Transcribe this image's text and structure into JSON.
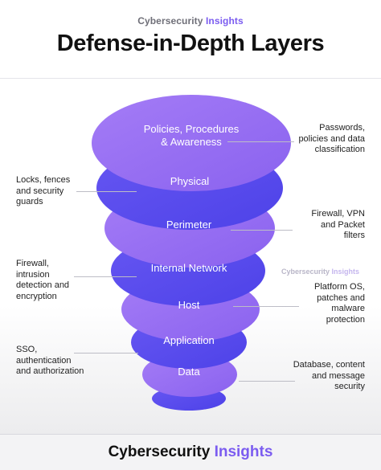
{
  "header": {
    "brand_name": "Cybersecurity",
    "brand_accent": "Insights",
    "title": "Defense-in-Depth Layers"
  },
  "footer": {
    "brand_name": "Cybersecurity",
    "brand_accent": "Insights"
  },
  "watermark": {
    "brand_name": "Cybersecurity",
    "brand_accent": "Insights"
  },
  "colors": {
    "accent": "#7b5cf0",
    "layer_light": "#8f66f2",
    "layer_dark": "#5b4cf0"
  },
  "layers": [
    {
      "label_line1": "Policies, Procedures",
      "label_line2": "& Awareness",
      "note": [
        "Passwords,",
        "policies and data",
        "classification"
      ],
      "side": "right"
    },
    {
      "label_line1": "Physical",
      "label_line2": "",
      "note": [
        "Locks, fences",
        "and security",
        "guards"
      ],
      "side": "left"
    },
    {
      "label_line1": "Perimeter",
      "label_line2": "",
      "note": [
        "Firewall, VPN",
        "and Packet",
        "filters"
      ],
      "side": "right"
    },
    {
      "label_line1": "Internal Network",
      "label_line2": "",
      "note": [
        "Firewall,",
        "intrusion",
        "detection and",
        "encryption"
      ],
      "side": "left"
    },
    {
      "label_line1": "Host",
      "label_line2": "",
      "note": [
        "Platform OS,",
        "patches and",
        "malware",
        "protection"
      ],
      "side": "right"
    },
    {
      "label_line1": "Application",
      "label_line2": "",
      "note": [
        "SSO,",
        "authentication",
        "and authorization"
      ],
      "side": "left"
    },
    {
      "label_line1": "Data",
      "label_line2": "",
      "note": [
        "Database, content",
        "and message",
        "security"
      ],
      "side": "right"
    }
  ]
}
